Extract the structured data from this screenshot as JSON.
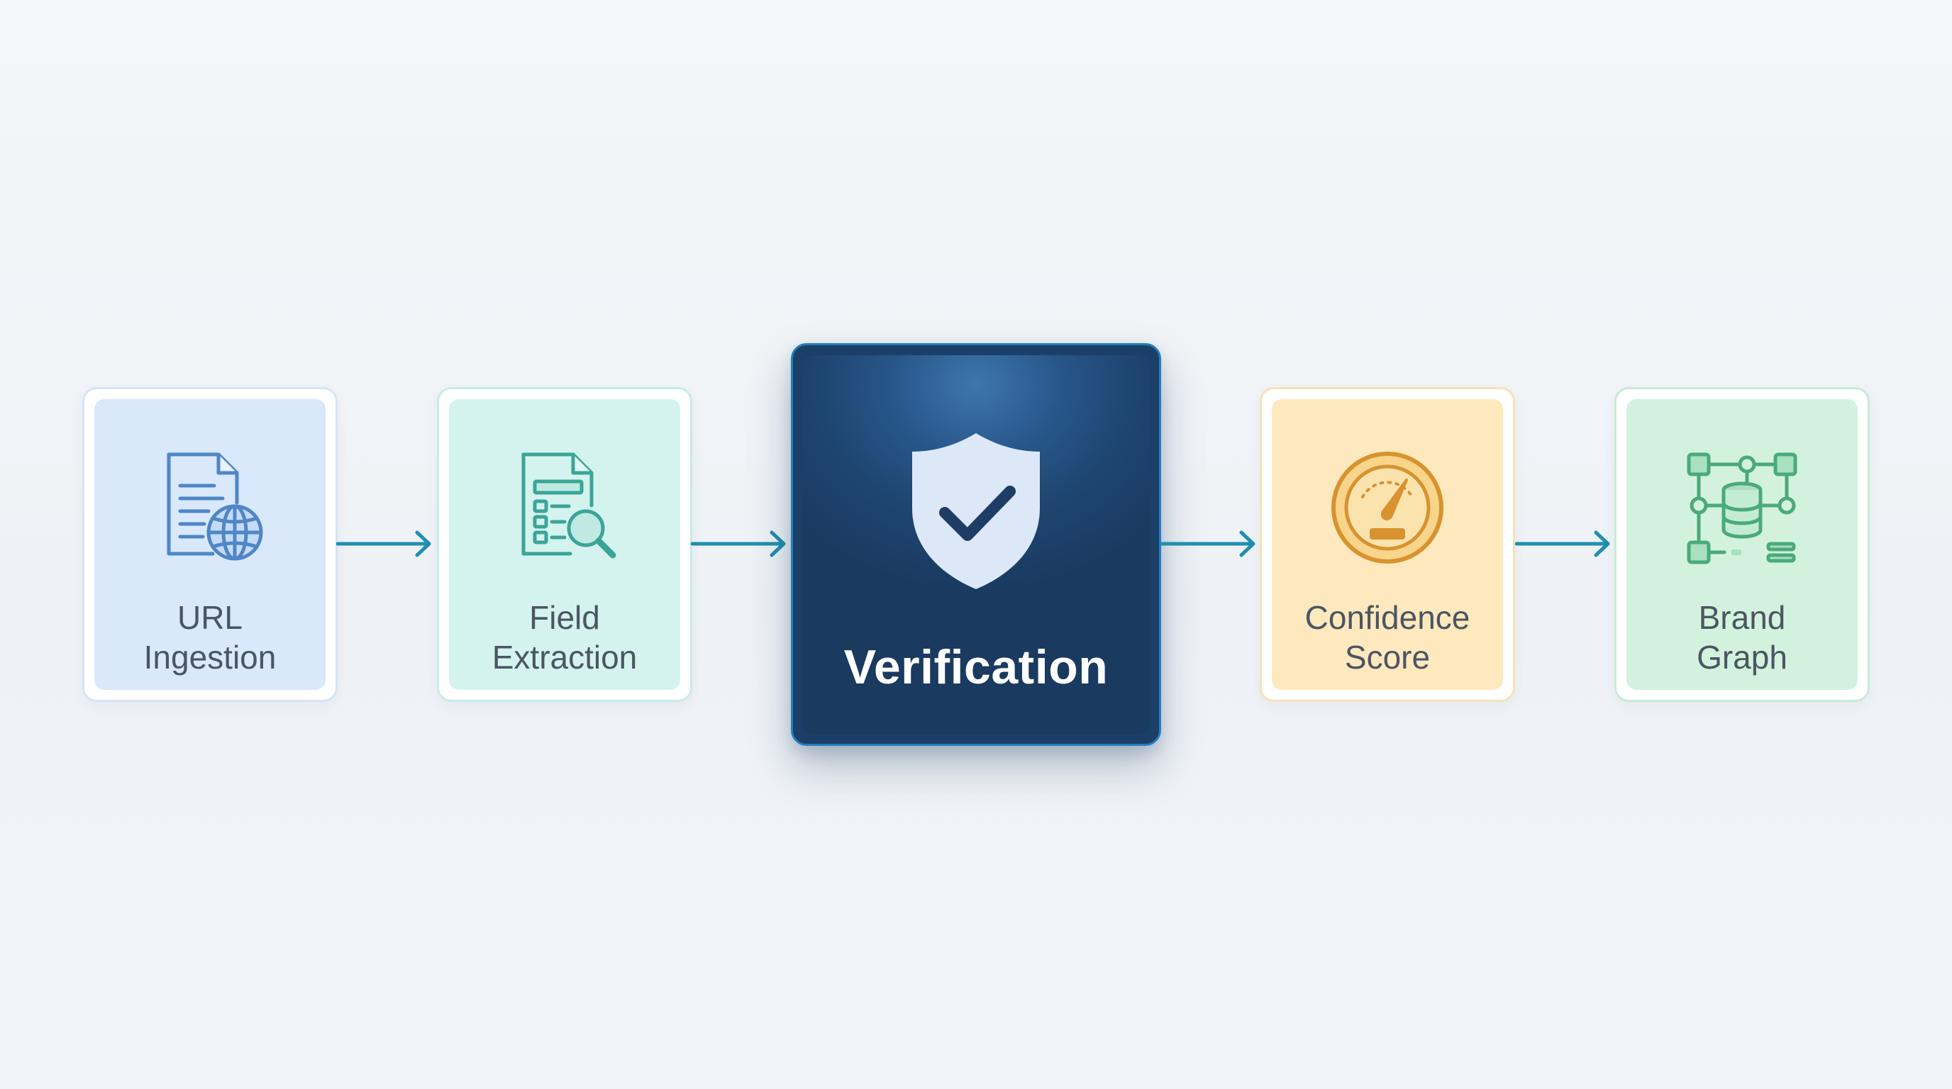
{
  "pipeline": {
    "steps": [
      {
        "label": "URL\nIngestion",
        "icon": "document-globe-icon",
        "color": "#d9e8fb"
      },
      {
        "label": "Field\nExtraction",
        "icon": "form-search-icon",
        "color": "#d4f3ee"
      },
      {
        "label": "Verification",
        "icon": "shield-check-icon",
        "color": "#1b3f67",
        "highlighted": true
      },
      {
        "label": "Confidence\nScore",
        "icon": "gauge-icon",
        "color": "#fde9bd"
      },
      {
        "label": "Brand\nGraph",
        "icon": "database-graph-icon",
        "color": "#d3f2de"
      }
    ],
    "connector_color": "#1f8fb0"
  }
}
